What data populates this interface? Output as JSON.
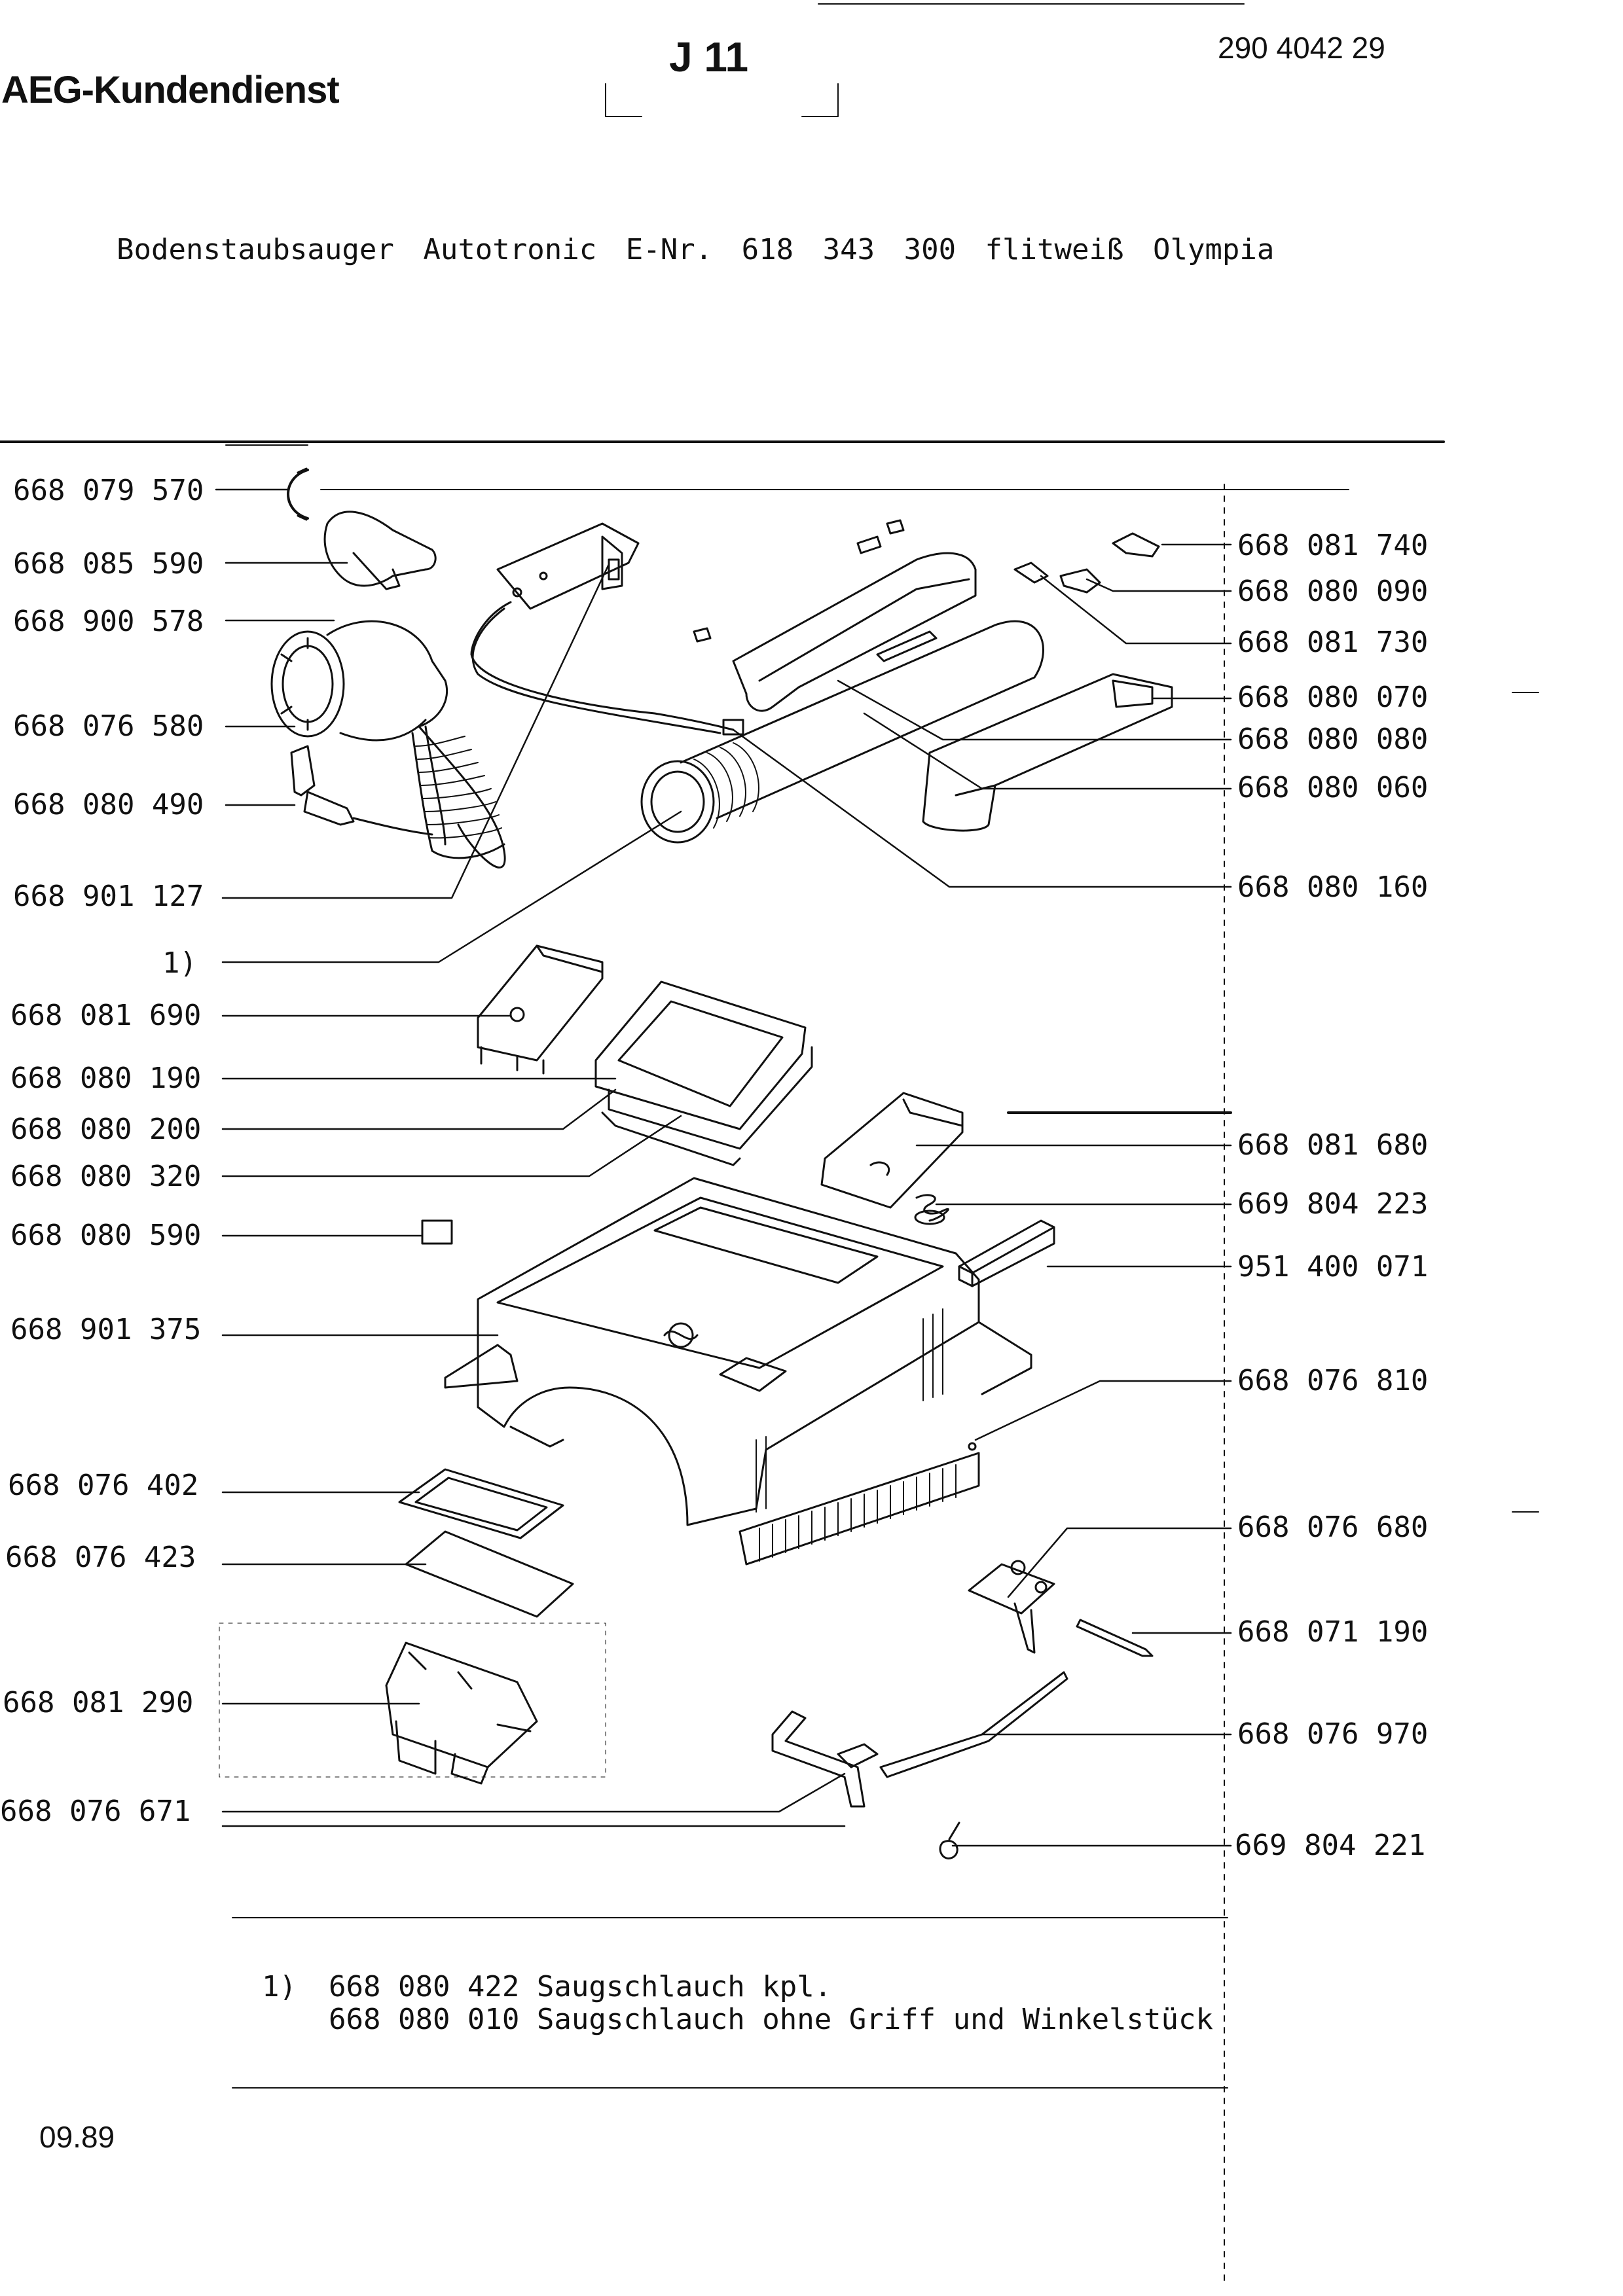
{
  "header": {
    "company": "AEG-Kundendienst",
    "section": "J 11",
    "doc_number": "290 4042 29"
  },
  "description": "Bodenstaubsauger Autotronic E-Nr. 618 343 300 flitweiß Olympia",
  "left_parts": [
    "668 079 570",
    "668 085 590",
    "668 900 578",
    "668 076 580",
    "668 080 490",
    "668 901 127",
    "1)",
    "668 081 690",
    "668 080 190",
    "668 080 200",
    "668 080 320",
    "668 080 590",
    "668 901 375",
    "668 076 402",
    "668 076 423",
    "668 081 290",
    "668 076 671"
  ],
  "right_parts": [
    "668 081 740",
    "668 080 090",
    "668 081 730",
    "668 080 070",
    "668 080 080",
    "668 080 060",
    "668 080 160",
    "668 081 680",
    "669 804 223",
    "951 400 071",
    "668 076 810",
    "668 076 680",
    "668 071 190",
    "668 076 970",
    "669 804 221"
  ],
  "footnote": {
    "marker": "1)",
    "line1": "668 080 422 Saugschlauch kpl.",
    "line2": "668 080 010 Saugschlauch ohne Griff und Winkelstück"
  },
  "date": "09.89"
}
